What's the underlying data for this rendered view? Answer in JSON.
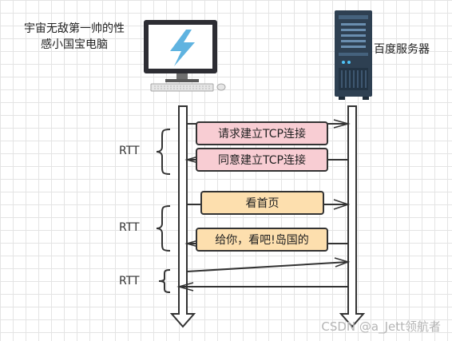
{
  "client": {
    "label_line1": "宇宙无敌第一帅的性",
    "label_line2": "感小国宝电脑",
    "icon": "desktop-computer-icon"
  },
  "server": {
    "label": "百度服务器",
    "icon": "server-tower-icon"
  },
  "messages": [
    {
      "text": "请求建立TCP连接",
      "direction": "client-to-server",
      "color": "#f8cdd3"
    },
    {
      "text": "同意建立TCP连接",
      "direction": "server-to-client",
      "color": "#f8cdd3"
    },
    {
      "text": "看首页",
      "direction": "client-to-server",
      "color": "#fddfae"
    },
    {
      "text": "给你，看吧!岛国的",
      "direction": "server-to-client",
      "color": "#fddfae"
    }
  ],
  "rtt_labels": [
    "RTT",
    "RTT",
    "RTT"
  ],
  "watermark": "CSDN @a_Jett领航者"
}
